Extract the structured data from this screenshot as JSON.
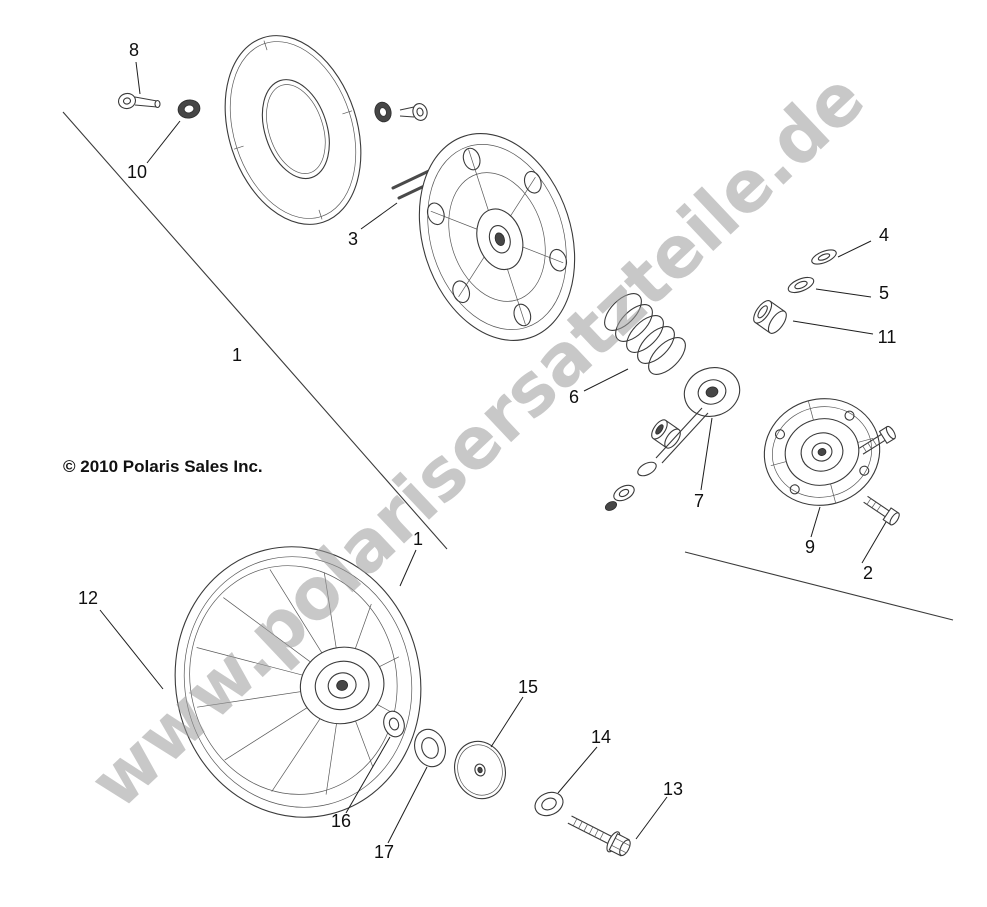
{
  "page": {
    "background_color": "#ffffff",
    "line_color": "#3a3a3a",
    "watermark_color": "#9c9c9c",
    "callout_text_color": "#0f0f0f"
  },
  "watermark": "www.polarisersatzteile.de",
  "copyright": "© 2010 Polaris Sales Inc.",
  "callouts": {
    "c1a": "1",
    "c1b": "1",
    "c2": "2",
    "c3": "3",
    "c4": "4",
    "c5": "5",
    "c6": "6",
    "c7": "7",
    "c8": "8",
    "c9": "9",
    "c10": "10",
    "c11": "11",
    "c12": "12",
    "c13": "13",
    "c14": "14",
    "c15": "15",
    "c16": "16",
    "c17": "17"
  }
}
